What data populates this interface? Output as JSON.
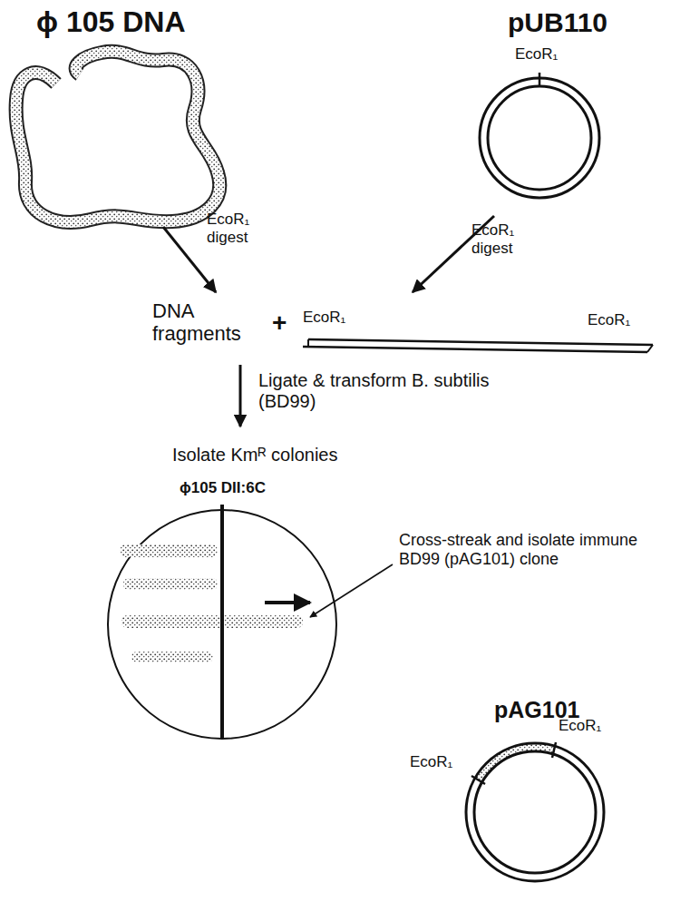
{
  "diagram": {
    "labels": [
      "ϕ 105 DNA",
      "pUB110",
      "EcoR₁",
      "EcoR₁ digest",
      "EcoR₁ digest",
      "DNA fragments",
      "+",
      "EcoR₁",
      "EcoR₁",
      "Ligate & transform B. subtilis (BD99)",
      "Isolate Kmᴿ colonies",
      "ϕ105 DII:6C",
      "Cross-streak and isolate immune BD99 (pAG101) clone",
      "pAG101",
      "EcoR₁",
      "EcoR₁"
    ]
  }
}
